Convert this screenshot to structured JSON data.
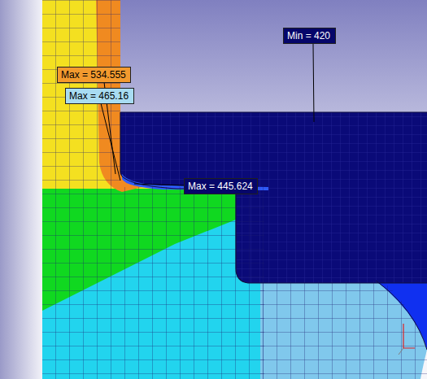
{
  "diagram": {
    "nodes": [
      {
        "text": [
          "Max = 534.555"
        ]
      },
      {
        "text": [
          "Max = 465.16"
        ]
      },
      {
        "text": [
          "Max = 445.624"
        ]
      },
      {
        "text": [
          "Min = 420"
        ]
      }
    ]
  }
}
